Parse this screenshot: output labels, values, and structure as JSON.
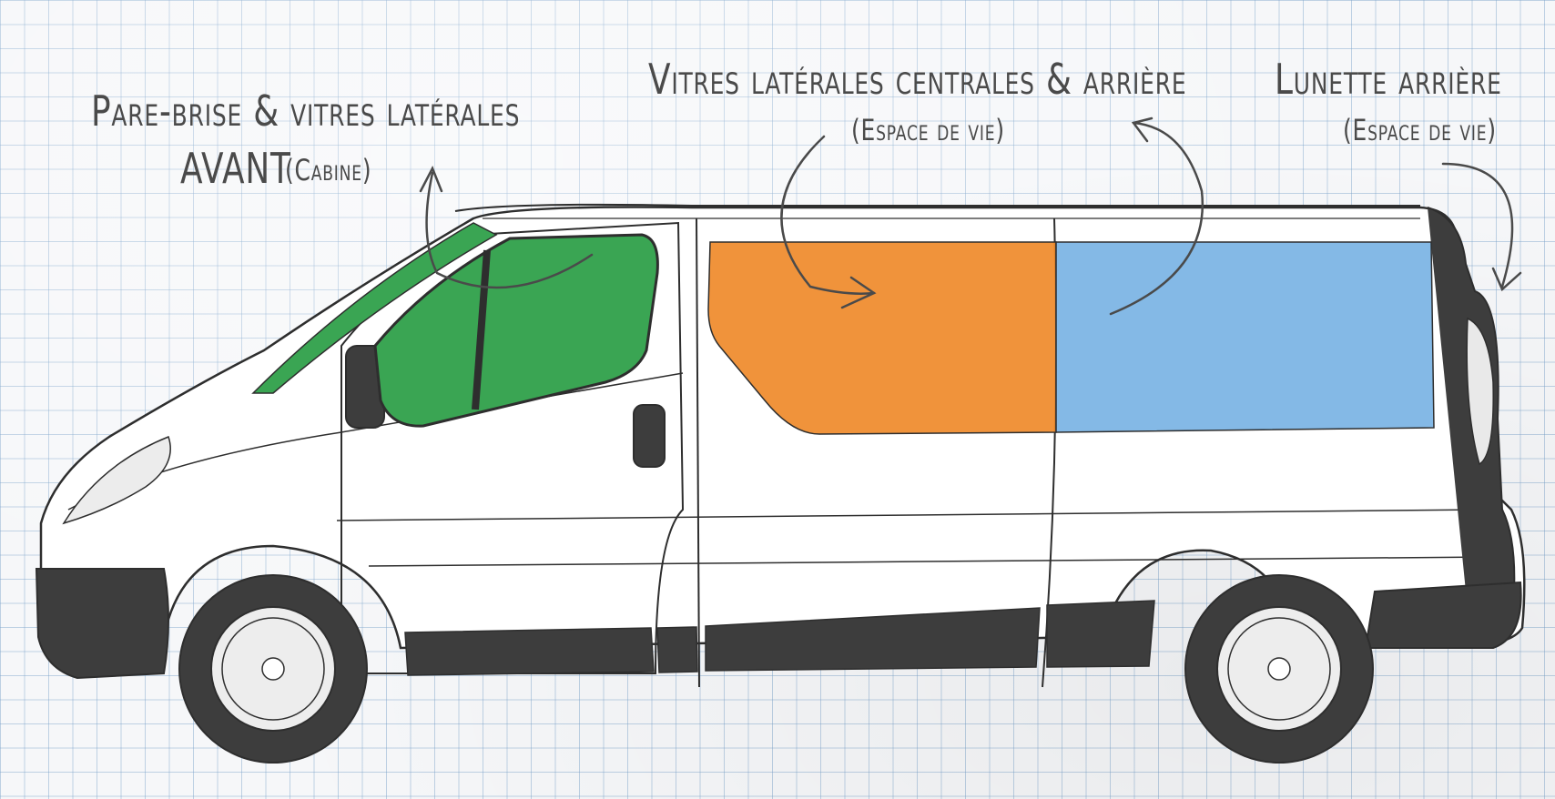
{
  "labels": {
    "front": {
      "line1": "Pare-brise & vitres latérales",
      "line2_main": "AVANT",
      "line2_sub": "(Cabine)"
    },
    "middle": {
      "line1": "Vitres latérales centrales & arrière",
      "line2": "(Espace de vie)"
    },
    "rear": {
      "line1": "Lunette arrière",
      "line2": "(Espace de vie)"
    }
  },
  "colors": {
    "front_glass": "#3aa553",
    "middle_glass": "#ef8a2a",
    "rear_glass": "#7ab3e4",
    "ink": "#4a4a4a",
    "van_body": "#ffffff",
    "van_trim": "#3d3d3d"
  }
}
